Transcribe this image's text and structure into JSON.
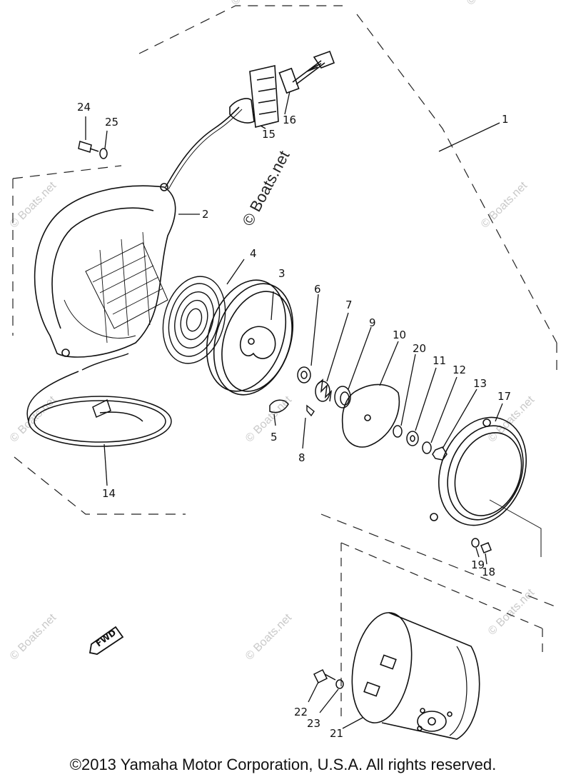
{
  "watermark": "© Boats.net",
  "center_watermark": "© Boats.net",
  "copyright": "©2013 Yamaha Motor Corporation, U.S.A. All rights reserved.",
  "fwd_label": "FWD",
  "part_numbers": {
    "p1": "1",
    "p2": "2",
    "p3": "3",
    "p4": "4",
    "p5": "5",
    "p6": "6",
    "p7": "7",
    "p8": "8",
    "p9": "9",
    "p10": "10",
    "p11": "11",
    "p12": "12",
    "p13": "13",
    "p14": "14",
    "p15": "15",
    "p16": "16",
    "p17": "17",
    "p18": "18",
    "p19": "19",
    "p20": "20",
    "p21": "21",
    "p22": "22",
    "p23": "23",
    "p24": "24",
    "p25": "25"
  }
}
